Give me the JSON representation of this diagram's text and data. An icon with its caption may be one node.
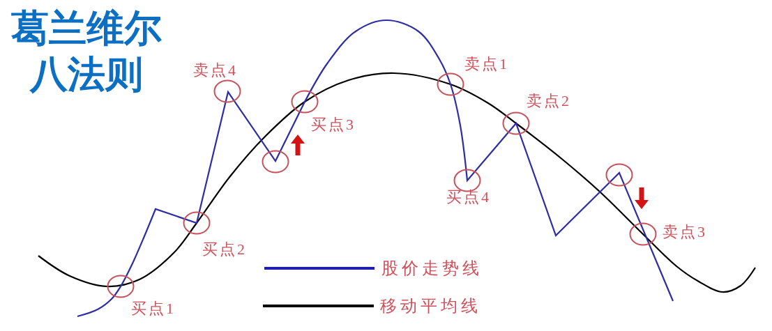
{
  "diagram": {
    "title": "葛兰维尔八法则",
    "labels": [
      "买点1",
      "买点2",
      "卖点4",
      "买点3",
      "卖点1",
      "卖点2",
      "买点4",
      "卖点3"
    ],
    "legend": [
      {
        "text": "股价走势线"
      },
      {
        "text": "移动平均线"
      }
    ]
  }
}
